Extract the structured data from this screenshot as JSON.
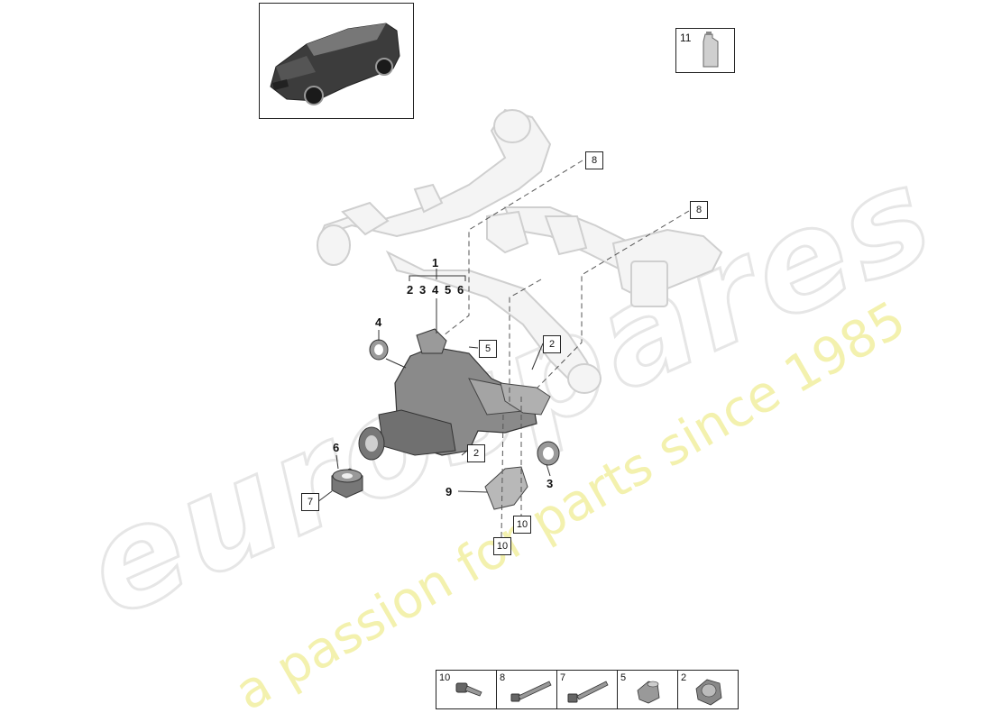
{
  "watermark": {
    "brand": "eurospares",
    "tagline": "a passion for parts since 1985"
  },
  "callouts": {
    "main_assembly": "1",
    "group_2": "2",
    "group_3": "3",
    "group_4": "4",
    "group_5": "5",
    "group_6": "6",
    "label_4": "4",
    "label_6": "6",
    "label_3": "3",
    "label_9": "9",
    "box_8a": "8",
    "box_8b": "8",
    "box_5": "5",
    "box_2a": "2",
    "box_2b": "2",
    "box_7": "7",
    "box_10a": "10",
    "box_10b": "10",
    "oil": "11"
  },
  "parts_table": [
    "10",
    "8",
    "7",
    "5",
    "2"
  ]
}
